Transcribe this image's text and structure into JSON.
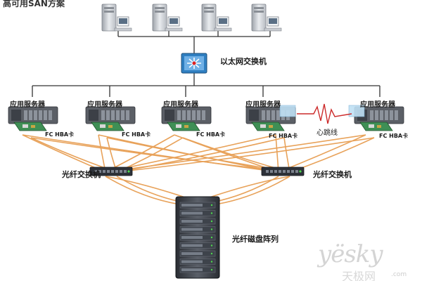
{
  "title": "高可用SAN方案",
  "ethernet_switch_label": "以太网交换机",
  "app_server_label": "应用服务器",
  "hba_label": "FC HBA卡",
  "heartbeat_label": "心跳线",
  "fc_switch_label": "光纤交换机",
  "disk_array_label": "光纤磁盘阵列",
  "watermark": {
    "brand": "yësky",
    "brand_cn": "天极网",
    "domain": ".com"
  },
  "colors": {
    "fiber_link": "#e8a25a",
    "ethernet_link": "#333333",
    "switch_accent": "#2f7fc1",
    "hba_board": "#3f8f55"
  }
}
